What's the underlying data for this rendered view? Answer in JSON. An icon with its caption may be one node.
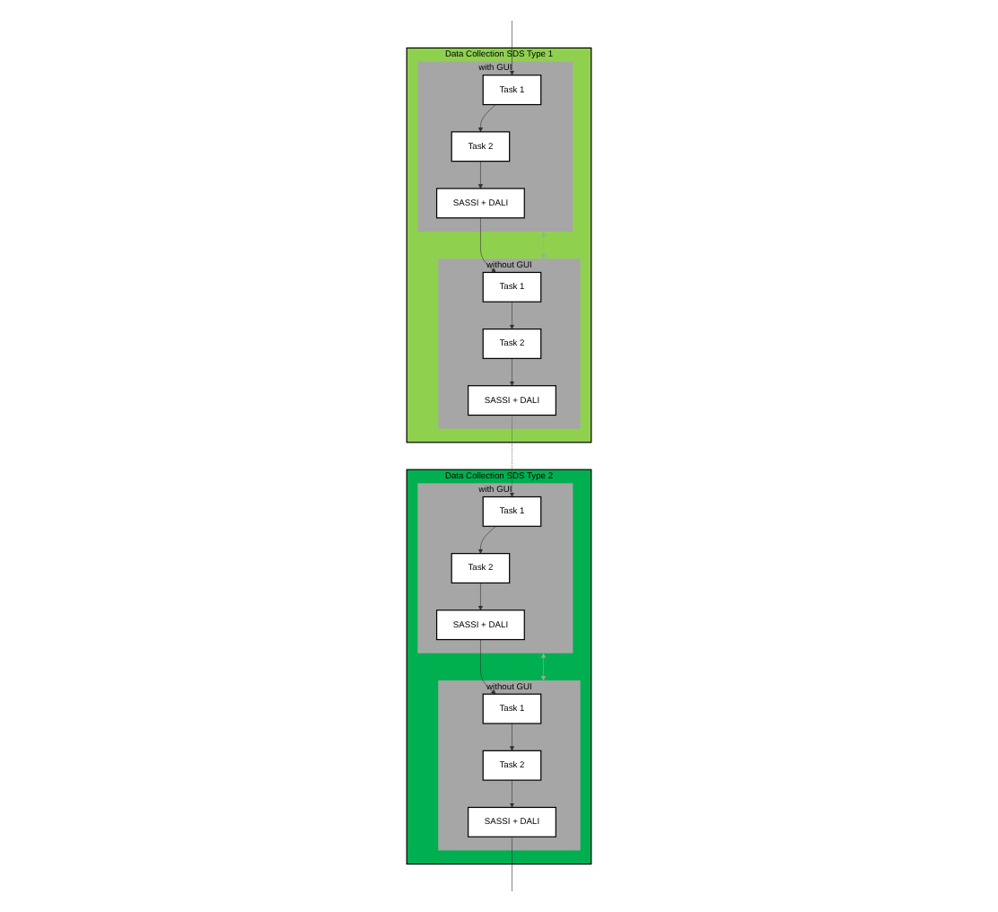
{
  "diagram": {
    "nodes": [
      {
        "text": [
          "Data Collection SDS Type 1"
        ]
      },
      {
        "text": [
          "with GUI"
        ],
        "in": 0
      },
      {
        "text": [
          "Task 1"
        ],
        "in": 1
      },
      {
        "text": [
          "Task 2"
        ],
        "in": 1
      },
      {
        "text": [
          "SASSI + DALI"
        ],
        "in": 1
      },
      {
        "text": [
          "without GUI"
        ],
        "in": 0
      },
      {
        "text": [
          "Task 1"
        ],
        "in": 5
      },
      {
        "text": [
          "Task 2"
        ],
        "in": 5
      },
      {
        "text": [
          "SASSI + DALI"
        ],
        "in": 5
      },
      {
        "text": [
          "Data Collection SDS Type 2"
        ]
      },
      {
        "text": [
          "with GUI"
        ],
        "in": 9
      },
      {
        "text": [
          "Task 1"
        ],
        "in": 10
      },
      {
        "text": [
          "Task 2"
        ],
        "in": 10
      },
      {
        "text": [
          "SASSI + DALI"
        ],
        "in": 10
      },
      {
        "text": [
          "without GUI"
        ],
        "in": 9
      },
      {
        "text": [
          "Task 1"
        ],
        "in": 14
      },
      {
        "text": [
          "Task 2"
        ],
        "in": 14
      },
      {
        "text": [
          "SASSI + DALI"
        ],
        "in": 14
      }
    ],
    "edges": [
      {
        "from": null,
        "to": 2,
        "arrow": "to"
      },
      {
        "from": 2,
        "to": 3,
        "arrow": "to"
      },
      {
        "from": 3,
        "to": 4,
        "arrow": "to"
      },
      {
        "from": 4,
        "to": 6,
        "arrow": "to"
      },
      {
        "from": 6,
        "to": 7,
        "arrow": "to"
      },
      {
        "from": 7,
        "to": 8,
        "arrow": "to"
      },
      {
        "from": 8,
        "to": 11,
        "arrow": "to",
        "style": "dashed"
      },
      {
        "from": 11,
        "to": 12,
        "arrow": "to"
      },
      {
        "from": 12,
        "to": 13,
        "arrow": "to"
      },
      {
        "from": 13,
        "to": 15,
        "arrow": "to"
      },
      {
        "from": 15,
        "to": 16,
        "arrow": "to"
      },
      {
        "from": 16,
        "to": 17,
        "arrow": "to"
      },
      {
        "from": 17,
        "to": null,
        "arrow": "none"
      },
      {
        "from": 1,
        "to": 5,
        "arrow": "both",
        "color": "#a6a6a6"
      },
      {
        "from": 10,
        "to": 14,
        "arrow": "both",
        "color": "#a6a6a6"
      }
    ]
  }
}
